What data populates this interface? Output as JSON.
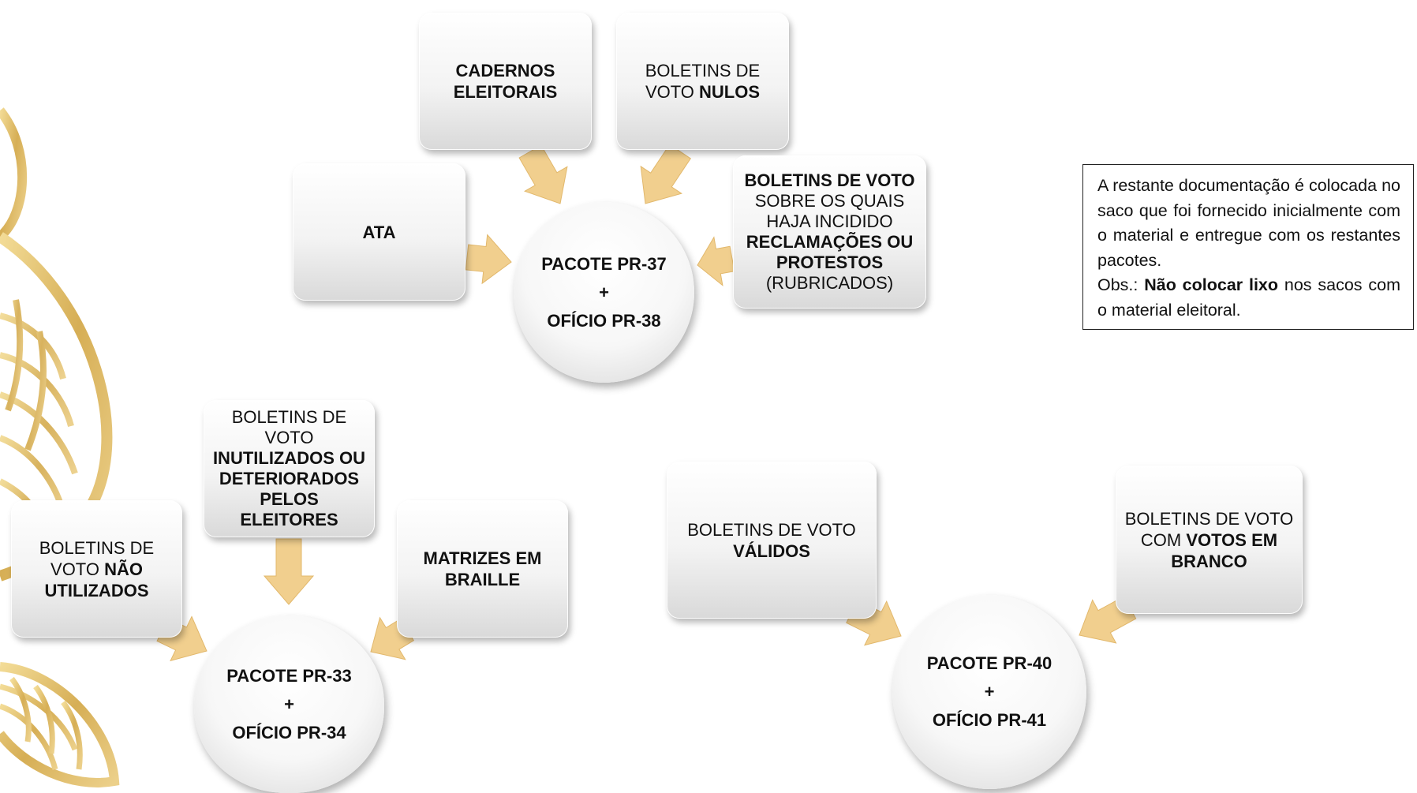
{
  "diagram": {
    "top_group": {
      "center": {
        "line1": "PACOTE PR-37",
        "plus": "+",
        "line2": "OFÍCIO PR-38"
      },
      "cadernos": "CADERNOS ELEITORAIS",
      "nulos": {
        "normal": "BOLETINS DE VOTO ",
        "bold": "NULOS"
      },
      "ata": "ATA",
      "reclamacoes": {
        "bold1": "BOLETINS DE VOTO",
        "normal1": "SOBRE OS QUAIS HAJA INCIDIDO",
        "bold2": "RECLAMAÇÕES OU PROTESTOS",
        "normal2": "(RUBRICADOS)"
      }
    },
    "left_group": {
      "center": {
        "line1": "PACOTE PR-33",
        "plus": "+",
        "line2": "OFÍCIO PR-34"
      },
      "inutilizados": {
        "normal": "BOLETINS DE VOTO ",
        "bold": "INUTILIZADOS OU DETERIORADOS PELOS ELEITORES"
      },
      "nao_utilizados": {
        "normal": "BOLETINS DE VOTO ",
        "bold": "NÃO UTILIZADOS"
      },
      "braille": "MATRIZES EM BRAILLE"
    },
    "right_group": {
      "center": {
        "line1": "PACOTE PR-40",
        "plus": "+",
        "line2": "OFÍCIO PR-41"
      },
      "validos": {
        "normal": "BOLETINS DE VOTO ",
        "bold": "VÁLIDOS"
      },
      "brancos": {
        "normal": "BOLETINS DE VOTO COM ",
        "bold": "VOTOS EM BRANCO"
      }
    }
  },
  "note": {
    "text1": "A restante documentação é colocada no saco que foi fornecido inicialmente com o material e entregue com os restantes pacotes.",
    "obs_label": "Obs.: ",
    "obs_bold": "Não colocar lixo",
    "obs_rest": " nos sacos com o material eleitoral."
  },
  "colors": {
    "arrow": "#f1cf8e",
    "arrow_edge": "#e2b86c",
    "decor_gold": "#d8b35e"
  }
}
